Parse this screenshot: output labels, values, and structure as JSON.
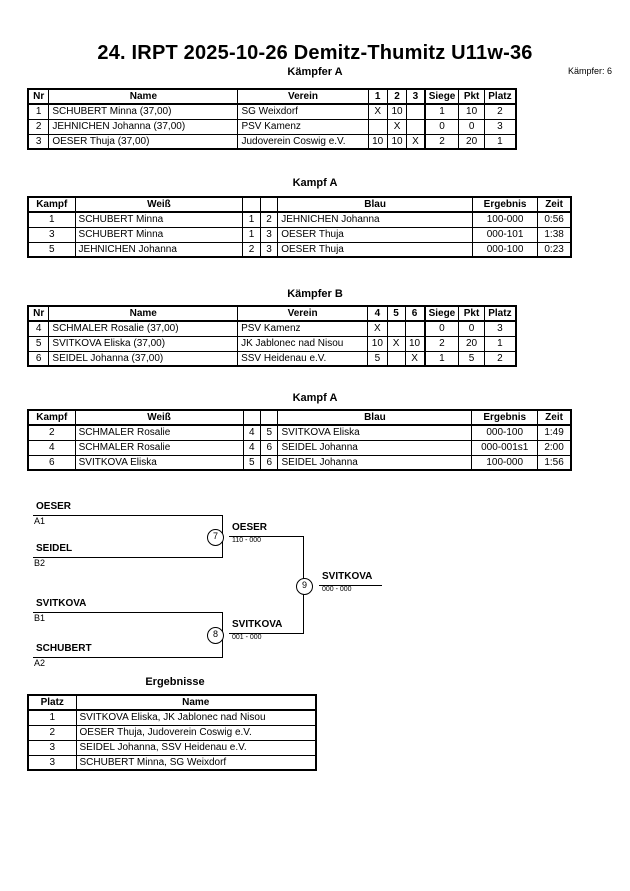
{
  "header": {
    "title": "24. IRPT  2025-10-26  Demitz-Thumitz   U11w-36",
    "pool_a_label": "Kämpfer A",
    "fighters_count": "Kämpfer: 6"
  },
  "pool_a": {
    "headers": {
      "nr": "Nr",
      "name": "Name",
      "verein": "Verein",
      "opp1": "1",
      "opp2": "2",
      "opp3": "3",
      "siege": "Siege",
      "pkt": "Pkt",
      "platz": "Platz"
    },
    "rows": [
      {
        "nr": "1",
        "name": "SCHUBERT Minna  (37,00)",
        "verein": "SG Weixdorf",
        "m1": "X",
        "m2": "10",
        "m3": "",
        "siege": "1",
        "pkt": "10",
        "platz": "2"
      },
      {
        "nr": "2",
        "name": "JEHNICHEN Johanna  (37,00)",
        "verein": "PSV Kamenz",
        "m1": "",
        "m2": "X",
        "m3": "",
        "siege": "0",
        "pkt": "0",
        "platz": "3"
      },
      {
        "nr": "3",
        "name": "OESER Thuja  (37,00)",
        "verein": "Judoverein Coswig e.V.",
        "m1": "10",
        "m2": "10",
        "m3": "X",
        "siege": "2",
        "pkt": "20",
        "platz": "1"
      }
    ]
  },
  "matches_a": {
    "heading": "Kampf A",
    "headers": {
      "kampf": "Kampf",
      "weiss": "Weiß",
      "blau": "Blau",
      "ergebnis": "Ergebnis",
      "zeit": "Zeit"
    },
    "rows": [
      {
        "kampf": "1",
        "weiss": "SCHUBERT Minna",
        "weiss_winner": true,
        "wnr": "1",
        "bnr": "2",
        "blau": "JEHNICHEN Johanna",
        "blau_winner": false,
        "ergebnis": "100-000",
        "zeit": "0:56"
      },
      {
        "kampf": "3",
        "weiss": "SCHUBERT Minna",
        "weiss_winner": false,
        "wnr": "1",
        "bnr": "3",
        "blau": "OESER Thuja",
        "blau_winner": true,
        "ergebnis": "000-101",
        "zeit": "1:38"
      },
      {
        "kampf": "5",
        "weiss": "JEHNICHEN Johanna",
        "weiss_winner": false,
        "wnr": "2",
        "bnr": "3",
        "blau": "OESER Thuja",
        "blau_winner": true,
        "ergebnis": "000-100",
        "zeit": "0:23"
      }
    ]
  },
  "pool_b": {
    "heading": "Kämpfer B",
    "headers": {
      "nr": "Nr",
      "name": "Name",
      "verein": "Verein",
      "opp1": "4",
      "opp2": "5",
      "opp3": "6",
      "siege": "Siege",
      "pkt": "Pkt",
      "platz": "Platz"
    },
    "rows": [
      {
        "nr": "4",
        "name": "SCHMALER  Rosalie   (37,00)",
        "verein": "PSV Kamenz",
        "m1": "X",
        "m2": "",
        "m3": "",
        "siege": "0",
        "pkt": "0",
        "platz": "3"
      },
      {
        "nr": "5",
        "name": "SVITKOVA Eliska  (37,00)",
        "verein": "JK Jablonec nad Nisou",
        "m1": "10",
        "m2": "X",
        "m3": "10",
        "siege": "2",
        "pkt": "20",
        "platz": "1"
      },
      {
        "nr": "6",
        "name": "SEIDEL Johanna  (37,00)",
        "verein": "SSV Heidenau e.V.",
        "m1": "5",
        "m2": "",
        "m3": "X",
        "siege": "1",
        "pkt": "5",
        "platz": "2"
      }
    ]
  },
  "matches_b": {
    "heading": "Kampf A",
    "headers": {
      "kampf": "Kampf",
      "weiss": "Weiß",
      "blau": "Blau",
      "ergebnis": "Ergebnis",
      "zeit": "Zeit"
    },
    "rows": [
      {
        "kampf": "2",
        "weiss": "SCHMALER  Rosalie",
        "weiss_winner": false,
        "wnr": "4",
        "bnr": "5",
        "blau": "SVITKOVA Eliska",
        "blau_winner": true,
        "ergebnis": "000-100",
        "zeit": "1:49"
      },
      {
        "kampf": "4",
        "weiss": "SCHMALER  Rosalie",
        "weiss_winner": false,
        "wnr": "4",
        "bnr": "6",
        "blau": "SEIDEL Johanna",
        "blau_winner": true,
        "ergebnis": "000-001s1",
        "zeit": "2:00"
      },
      {
        "kampf": "6",
        "weiss": "SVITKOVA Eliska",
        "weiss_winner": true,
        "wnr": "5",
        "bnr": "6",
        "blau": "SEIDEL Johanna",
        "blau_winner": false,
        "ergebnis": "100-000",
        "zeit": "1:56"
      }
    ]
  },
  "bracket": {
    "entries": [
      {
        "name": "OESER",
        "seed": "A1"
      },
      {
        "name": "SEIDEL",
        "seed": "B2"
      },
      {
        "name": "SVITKOVA",
        "seed": "B1"
      },
      {
        "name": "SCHUBERT",
        "seed": "A2"
      }
    ],
    "nodes": [
      {
        "number": "7",
        "winner": "OESER",
        "score": "110 - 000"
      },
      {
        "number": "8",
        "winner": "SVITKOVA",
        "score": "001 - 000"
      },
      {
        "number": "9",
        "winner": "SVITKOVA",
        "score": "000 - 000"
      }
    ]
  },
  "results": {
    "heading": "Ergebnisse",
    "headers": {
      "platz": "Platz",
      "name": "Name"
    },
    "rows": [
      {
        "platz": "1",
        "name": "SVITKOVA Eliska, JK Jablonec nad Nisou"
      },
      {
        "platz": "2",
        "name": "OESER Thuja, Judoverein Coswig e.V."
      },
      {
        "platz": "3",
        "name": "SEIDEL Johanna, SSV Heidenau e.V."
      },
      {
        "platz": "3",
        "name": "SCHUBERT Minna, SG Weixdorf"
      }
    ]
  }
}
